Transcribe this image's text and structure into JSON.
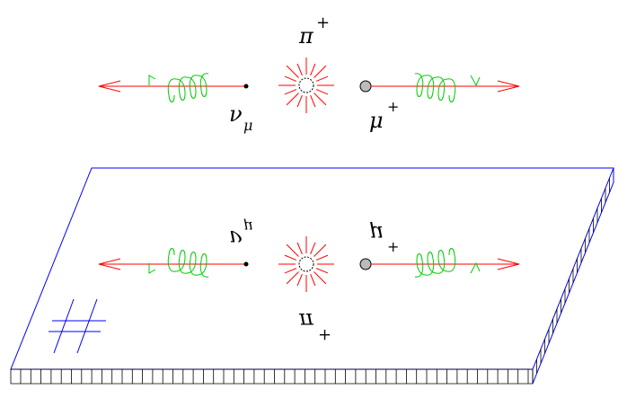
{
  "colors": {
    "momentum": "#ff0000",
    "spin": "#00cc00",
    "mirror": "#0000ff",
    "ink": "#000000"
  },
  "top": {
    "pion_label": "π",
    "pion_charge": "+",
    "neutrino_label": "ν",
    "neutrino_sub": "μ",
    "muon_label": "μ",
    "muon_charge": "+"
  },
  "mirror": {
    "pion_label": "π",
    "pion_charge": "+",
    "neutrino_label": "ν",
    "neutrino_sub": "μ",
    "muon_label": "μ",
    "muon_charge": "+",
    "symbol": "#"
  }
}
